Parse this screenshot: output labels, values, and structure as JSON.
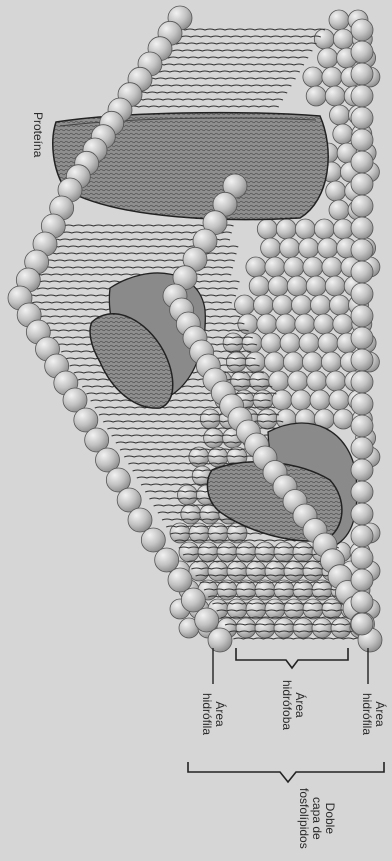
{
  "labels": {
    "protein": "Proteína",
    "area_hydrophilic_right": [
      "Área",
      "hidrófila"
    ],
    "area_hydrophobic": [
      "Área",
      "hidrófoba"
    ],
    "area_hydrophilic_left": [
      "Área",
      "hidrófila"
    ],
    "bilayer": [
      "Doble",
      "capa de",
      "fosfolípidos"
    ]
  },
  "colors": {
    "background": "#d6d6d6",
    "sphere_light": "#f2f2f2",
    "sphere_dark": "#8a8a8a",
    "protein_fill": "#8f8f8f",
    "line": "#333333"
  }
}
